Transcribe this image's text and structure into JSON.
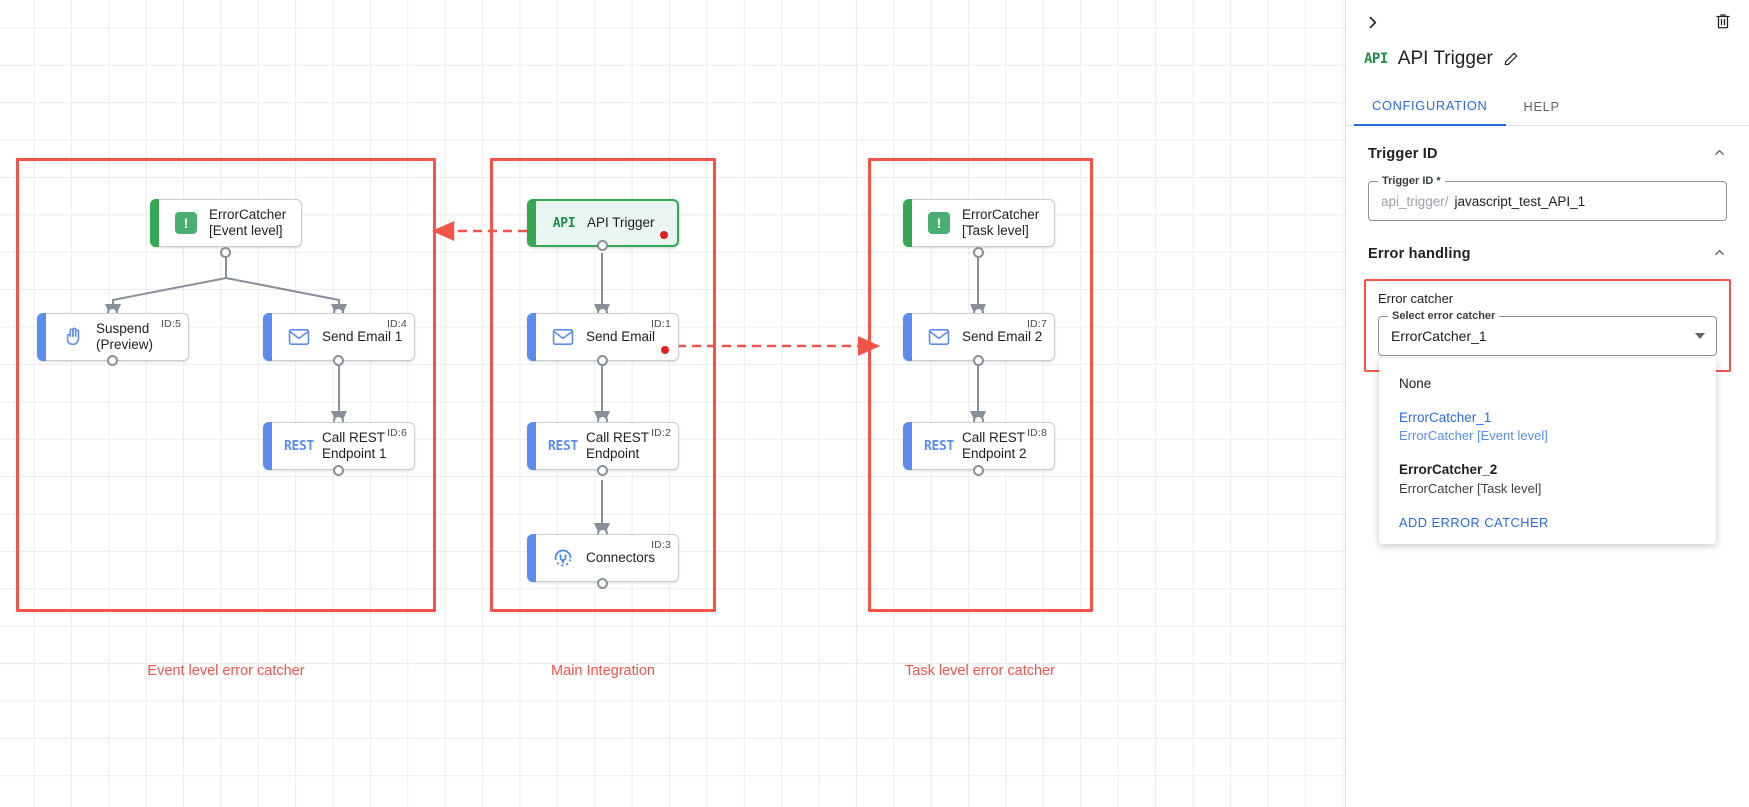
{
  "canvas": {
    "groups": [
      {
        "id": "event-level",
        "label": "Event level error catcher"
      },
      {
        "id": "main-integration",
        "label": "Main Integration"
      },
      {
        "id": "task-level",
        "label": "Task level error catcher"
      }
    ],
    "nodes": [
      {
        "key": "errcatcher_event",
        "label": "ErrorCatcher\n[Event level]",
        "icon": "exclamation-icon",
        "id_badge": "",
        "kind": "errcatch",
        "error_dot": false
      },
      {
        "key": "suspend",
        "label": "Suspend\n(Preview)",
        "icon": "hand-icon",
        "id_badge": "ID:5",
        "kind": "task",
        "error_dot": false
      },
      {
        "key": "send_email_1",
        "label": "Send Email 1",
        "icon": "envelope-icon",
        "id_badge": "ID:4",
        "kind": "task",
        "error_dot": false
      },
      {
        "key": "call_rest_1",
        "label": "Call REST\nEndpoint 1",
        "icon": "rest-icon",
        "id_badge": "ID:6",
        "kind": "task",
        "error_dot": false
      },
      {
        "key": "api_trigger",
        "label": "API Trigger",
        "icon": "api-icon",
        "id_badge": "",
        "kind": "trigger",
        "error_dot": true
      },
      {
        "key": "send_email",
        "label": "Send Email",
        "icon": "envelope-icon",
        "id_badge": "ID:1",
        "kind": "task",
        "error_dot": true
      },
      {
        "key": "call_rest",
        "label": "Call REST\nEndpoint",
        "icon": "rest-icon",
        "id_badge": "ID:2",
        "kind": "task",
        "error_dot": false
      },
      {
        "key": "connectors",
        "label": "Connectors",
        "icon": "connectors-plug-icon",
        "id_badge": "ID:3",
        "kind": "task",
        "error_dot": false
      },
      {
        "key": "errcatcher_task",
        "label": "ErrorCatcher\n[Task level]",
        "icon": "exclamation-icon",
        "id_badge": "",
        "kind": "errcatch",
        "error_dot": false
      },
      {
        "key": "send_email_2",
        "label": "Send Email 2",
        "icon": "envelope-icon",
        "id_badge": "ID:7",
        "kind": "task",
        "error_dot": false
      },
      {
        "key": "call_rest_2",
        "label": "Call REST\nEndpoint 2",
        "icon": "rest-icon",
        "id_badge": "ID:8",
        "kind": "task",
        "error_dot": false
      }
    ]
  },
  "panel": {
    "title": "API Trigger",
    "badge": "API",
    "tabs": [
      {
        "key": "configuration",
        "label": "CONFIGURATION",
        "active": true
      },
      {
        "key": "help",
        "label": "HELP",
        "active": false
      }
    ],
    "trigger_id_section": {
      "heading": "Trigger ID",
      "field_legend": "Trigger ID *",
      "prefix": "api_trigger/",
      "value": "javascript_test_API_1"
    },
    "error_handling_section": {
      "heading": "Error handling",
      "error_catcher_label": "Error catcher",
      "select_legend": "Select error catcher",
      "selected_value": "ErrorCatcher_1",
      "options": [
        {
          "primary": "None",
          "secondary": "",
          "selected": false,
          "bold": false
        },
        {
          "primary": "ErrorCatcher_1",
          "secondary": "ErrorCatcher [Event level]",
          "selected": true,
          "bold": false
        },
        {
          "primary": "ErrorCatcher_2",
          "secondary": "ErrorCatcher [Task level]",
          "selected": false,
          "bold": true
        }
      ],
      "add_action": "ADD ERROR CATCHER"
    }
  },
  "colors": {
    "group_red": "#f4534a",
    "accent_blue": "#2a6ae0",
    "trigger_green": "#34a853",
    "error_dot": "#e02020"
  }
}
